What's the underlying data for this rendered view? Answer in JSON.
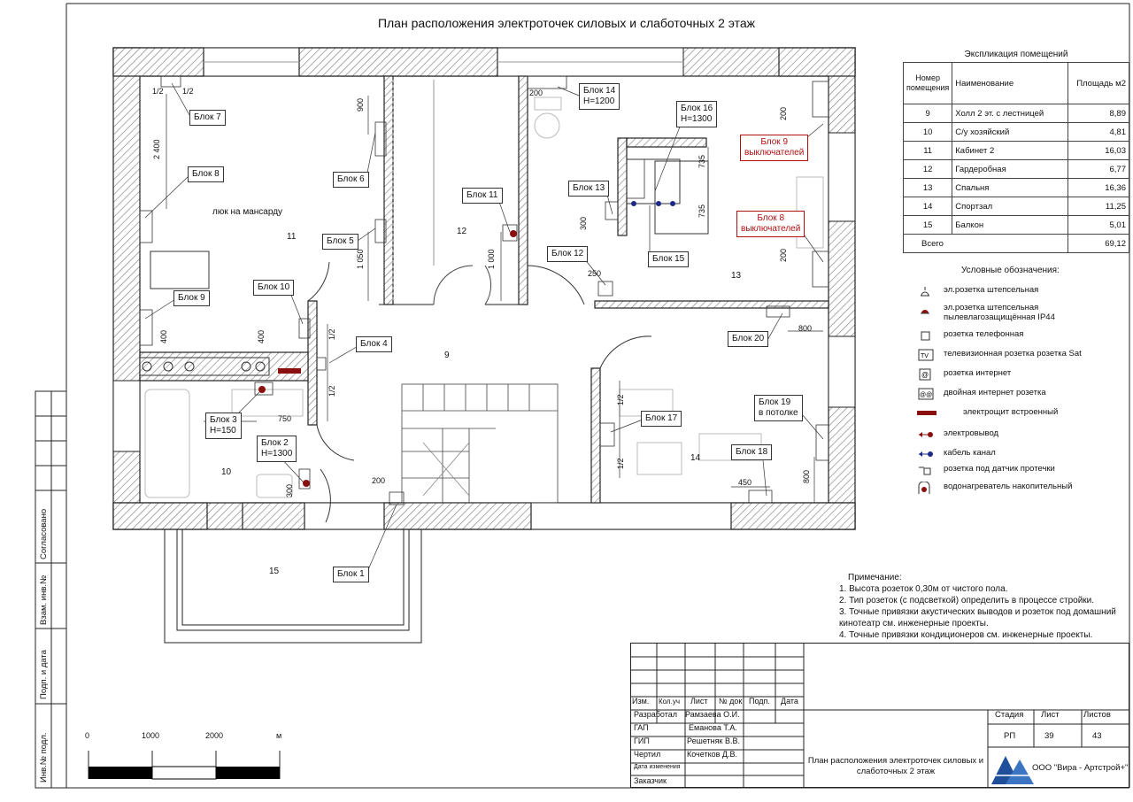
{
  "title": "План расположения электроточек силовых и слаботочных 2 этаж",
  "blocks": {
    "b1": "Блок 1",
    "b2": "Блок 2",
    "b2h": "H=1300",
    "b3": "Блок 3",
    "b3h": "H=150",
    "b4": "Блок 4",
    "b5": "Блок 5",
    "b6": "Блок 6",
    "b7": "Блок 7",
    "b8": "Блок 8",
    "b9": "Блок 9",
    "b10": "Блок 10",
    "b11": "Блок 11",
    "b12": "Блок 12",
    "b13": "Блок 13",
    "b14": "Блок 14",
    "b14h": "H=1200",
    "b15": "Блок 15",
    "b16": "Блок 16",
    "b16h": "H=1300",
    "b17": "Блок 17",
    "b18": "Блок 18",
    "b19": "Блок 19",
    "b19n": "в потолке",
    "b20": "Блок 20",
    "sw9": "Блок 9",
    "sw9n": "выключателей",
    "sw8": "Блок 8",
    "sw8n": "выключателей"
  },
  "rooms": [
    "9",
    "10",
    "11",
    "12",
    "13",
    "14",
    "15"
  ],
  "hatch_label": "люк на мансарду",
  "dims": {
    "d900": "900",
    "d2400": "2 400",
    "d1050": "1 050",
    "d1000": "1 000",
    "d400a": "400",
    "d400b": "400",
    "d750": "750",
    "d300a": "300",
    "d300b": "300",
    "d200a": "200",
    "d200b": "200",
    "d250": "250",
    "d200c": "200",
    "d200d": "200",
    "d800a": "800",
    "d800b": "800",
    "d450": "450",
    "d735a": "735",
    "d735b": "735",
    "half1": "1/2",
    "half2": "1/2",
    "half3": "1/2",
    "half4": "1/2",
    "half5": "1/2",
    "half6": "1/2"
  },
  "explication": {
    "title": "Экспликация помещений",
    "headers": [
      "Номер помещения",
      "Наименование",
      "Площадь м2"
    ],
    "rows": [
      [
        "9",
        "Холл 2 эт. с лестницей",
        "8,89"
      ],
      [
        "10",
        "С/у хозяйский",
        "4,81"
      ],
      [
        "11",
        "Кабинет 2",
        "16,03"
      ],
      [
        "12",
        "Гардеробная",
        "6,77"
      ],
      [
        "13",
        "Спальня",
        "16,36"
      ],
      [
        "14",
        "Спортзал",
        "11,25"
      ],
      [
        "15",
        "Балкон",
        "5,01"
      ]
    ],
    "total_label": "Всего",
    "total_value": "69,12"
  },
  "legend": {
    "title": "Условные обозначения:",
    "items": [
      {
        "text": "эл.розетка штепсельная",
        "icon": "socket-icon"
      },
      {
        "text": "эл.розетка штепсельная пылевлагозащищённая IP44",
        "icon": "socket-ip44-icon"
      },
      {
        "text": "розетка   телефонная",
        "icon": "phone-socket-icon"
      },
      {
        "text": "телевизионная розетка  розетка Sat",
        "icon": "tv-socket-icon",
        "glyph": "TV"
      },
      {
        "text": "розетка интернет",
        "icon": "internet-socket-icon",
        "glyph": "@"
      },
      {
        "text": "двойная интернет розетка",
        "icon": "double-internet-socket-icon",
        "glyph": "@@"
      },
      {
        "text": "электрощит встроенный",
        "icon": "panel-icon"
      },
      {
        "text": "электровывод",
        "icon": "wire-outlet-icon"
      },
      {
        "text": "кабель канал",
        "icon": "cable-channel-icon"
      },
      {
        "text": "розетка под датчик протечки",
        "icon": "leak-sensor-icon"
      },
      {
        "text": "водонагреватель накопительный",
        "icon": "water-heater-icon"
      }
    ]
  },
  "notes": {
    "title": "Примечание:",
    "lines": [
      "1. Высота розеток 0,30м от чистого пола.",
      "2. Тип розеток (с подсветкой) определить в процессе стройки.",
      "3. Точные привязки акустических выводов и розеток под домашний",
      "кинотеатр см. инженерные проекты.",
      "4. Точные привязки кондиционеров см. инженерные проекты."
    ]
  },
  "scale": {
    "t0": "0",
    "t1": "1000",
    "t2": "2000",
    "unit": "м"
  },
  "side": {
    "s1": "Согласовано",
    "s2": "Взам. инв.№",
    "s3": "Подп. и дата",
    "s4": "Инв.№ подл."
  },
  "stamp": {
    "headers": [
      "Изм.",
      "Кол.уч",
      "Лист",
      "№ док",
      "Подп.",
      "Дата"
    ],
    "roles": [
      [
        "Разработал",
        "Рамзаева О.И."
      ],
      [
        "ГАП",
        "Еманова Т.А."
      ],
      [
        "ГИП",
        "Решетняк В.В."
      ],
      [
        "Чертил",
        "Кочетков Д.В."
      ],
      [
        "Дата изменения",
        ""
      ],
      [
        "Заказчик",
        ""
      ]
    ],
    "sheet_title": "План расположения электроточек силовых и слаботочных 2 этаж",
    "stage_h": "Стадия",
    "sheet_h": "Лист",
    "sheets_h": "Листов",
    "stage": "РП",
    "sheet": "39",
    "sheets": "43",
    "company": "ООО \"Вира - Артстрой+\""
  }
}
